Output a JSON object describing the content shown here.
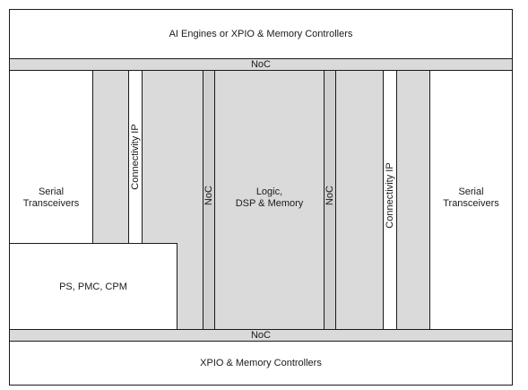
{
  "diagram": {
    "top_block": "AI Engines or XPIO & Memory Controllers",
    "noc_top": "NoC",
    "noc_bottom": "NoC",
    "bottom_block": "XPIO & Memory Controllers",
    "serial_left": "Serial\nTranscеivers",
    "serial_right": "Serial\nTransceivers",
    "ps_block": "PS, PMC, CPM",
    "connectivity_left": "Connectivity IP",
    "connectivity_right": "Connectivity IP",
    "noc_vert_left": "NoC",
    "noc_vert_right": "NoC",
    "logic_block": "Logic,\nDSP & Memory"
  },
  "colors": {
    "fabric_gray": "#dadada",
    "border": "#1a1a1a"
  }
}
